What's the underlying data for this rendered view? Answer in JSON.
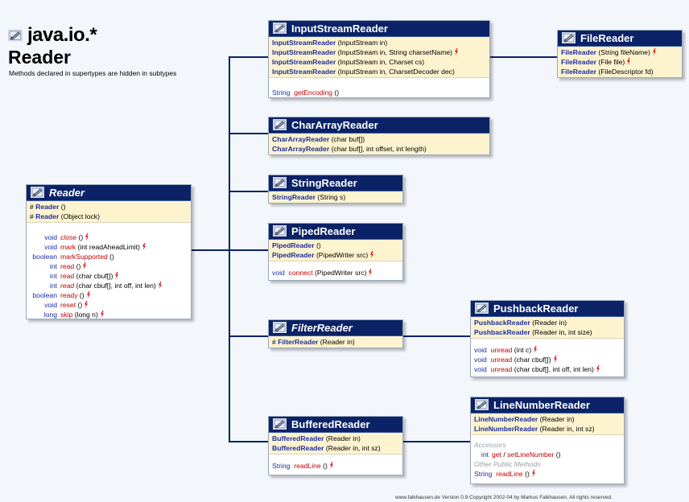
{
  "header": {
    "package": "java.io.*",
    "class_name": "Reader",
    "note": "Methods declared in supertypes are hidden in subtypes"
  },
  "footer": "www.falkhausen.de Version 0.9 Copyright 2002-04 by Markus Falkhausen. All rights reserved.",
  "colors": {
    "header_bg": "#0b2266",
    "ctor_bg": "#fdf3cf",
    "type_color": "#1b2d9e",
    "method_color": "#c00000",
    "exception_color": "#d40000"
  },
  "icon_names": [
    "class-icon",
    "throws-icon"
  ],
  "classes": {
    "reader": {
      "name": "Reader",
      "ctor_name": "Reader",
      "ctors": [
        "()",
        "(Object lock)"
      ],
      "methods": [
        {
          "type": "void",
          "name": "close",
          "params": "()"
        },
        {
          "type": "void",
          "name": "mark",
          "params": "(int readAheadLimit)"
        },
        {
          "type": "boolean",
          "name": "markSupported",
          "params": "()"
        },
        {
          "type": "int",
          "name": "read",
          "params": "()"
        },
        {
          "type": "int",
          "name": "read",
          "params": "(char cbuf[])"
        },
        {
          "type": "int",
          "name": "read",
          "params": "(char cbuf[], int off, int len)"
        },
        {
          "type": "boolean",
          "name": "ready",
          "params": "()"
        },
        {
          "type": "void",
          "name": "reset",
          "params": "()"
        },
        {
          "type": "long",
          "name": "skip",
          "params": "(long n)"
        }
      ]
    },
    "input_stream_reader": {
      "name": "InputStreamReader",
      "ctors": [
        "(InputStream in)",
        "(InputStream in, String charsetName)",
        "(InputStream in, Charset cs)",
        "(InputStream in, CharsetDecoder dec)"
      ],
      "methods": [
        {
          "type": "String",
          "name": "getEncoding",
          "params": "()"
        }
      ]
    },
    "file_reader": {
      "name": "FileReader",
      "ctors": [
        "(String fileName)",
        "(File file)",
        "(FileDescriptor fd)"
      ]
    },
    "char_array_reader": {
      "name": "CharArrayReader",
      "ctors": [
        "(char buf[])",
        "(char buf[], int offset, int length)"
      ]
    },
    "string_reader": {
      "name": "StringReader",
      "ctors": [
        "(String s)"
      ]
    },
    "piped_reader": {
      "name": "PipedReader",
      "ctors": [
        "()",
        "(PipedWriter src)"
      ],
      "methods": [
        {
          "type": "void",
          "name": "connect",
          "params": "(PipedWriter src)"
        }
      ]
    },
    "filter_reader": {
      "name": "FilterReader",
      "ctors": [
        "(Reader in)"
      ]
    },
    "pushback_reader": {
      "name": "PushbackReader",
      "ctors": [
        "(Reader in)",
        "(Reader in, int size)"
      ],
      "methods": [
        {
          "type": "void",
          "name": "unread",
          "params": "(int c)"
        },
        {
          "type": "void",
          "name": "unread",
          "params": "(char cbuf[])"
        },
        {
          "type": "void",
          "name": "unread",
          "params": "(char cbuf[], int off, int len)"
        }
      ]
    },
    "buffered_reader": {
      "name": "BufferedReader",
      "ctors": [
        "(Reader in)",
        "(Reader in, int sz)"
      ],
      "methods": [
        {
          "type": "String",
          "name": "readLine",
          "params": "()"
        }
      ]
    },
    "line_number_reader": {
      "name": "LineNumberReader",
      "ctors": [
        "(Reader in)",
        "(Reader in, int sz)"
      ],
      "accessors_label": "Accessors",
      "accessor": {
        "type": "int",
        "get": "get",
        "sep": "/",
        "set": "setLineNumber",
        "params": "()"
      },
      "other_label": "Other Public Methods",
      "methods": [
        {
          "type": "String",
          "name": "readLine",
          "params": "()"
        }
      ]
    }
  }
}
